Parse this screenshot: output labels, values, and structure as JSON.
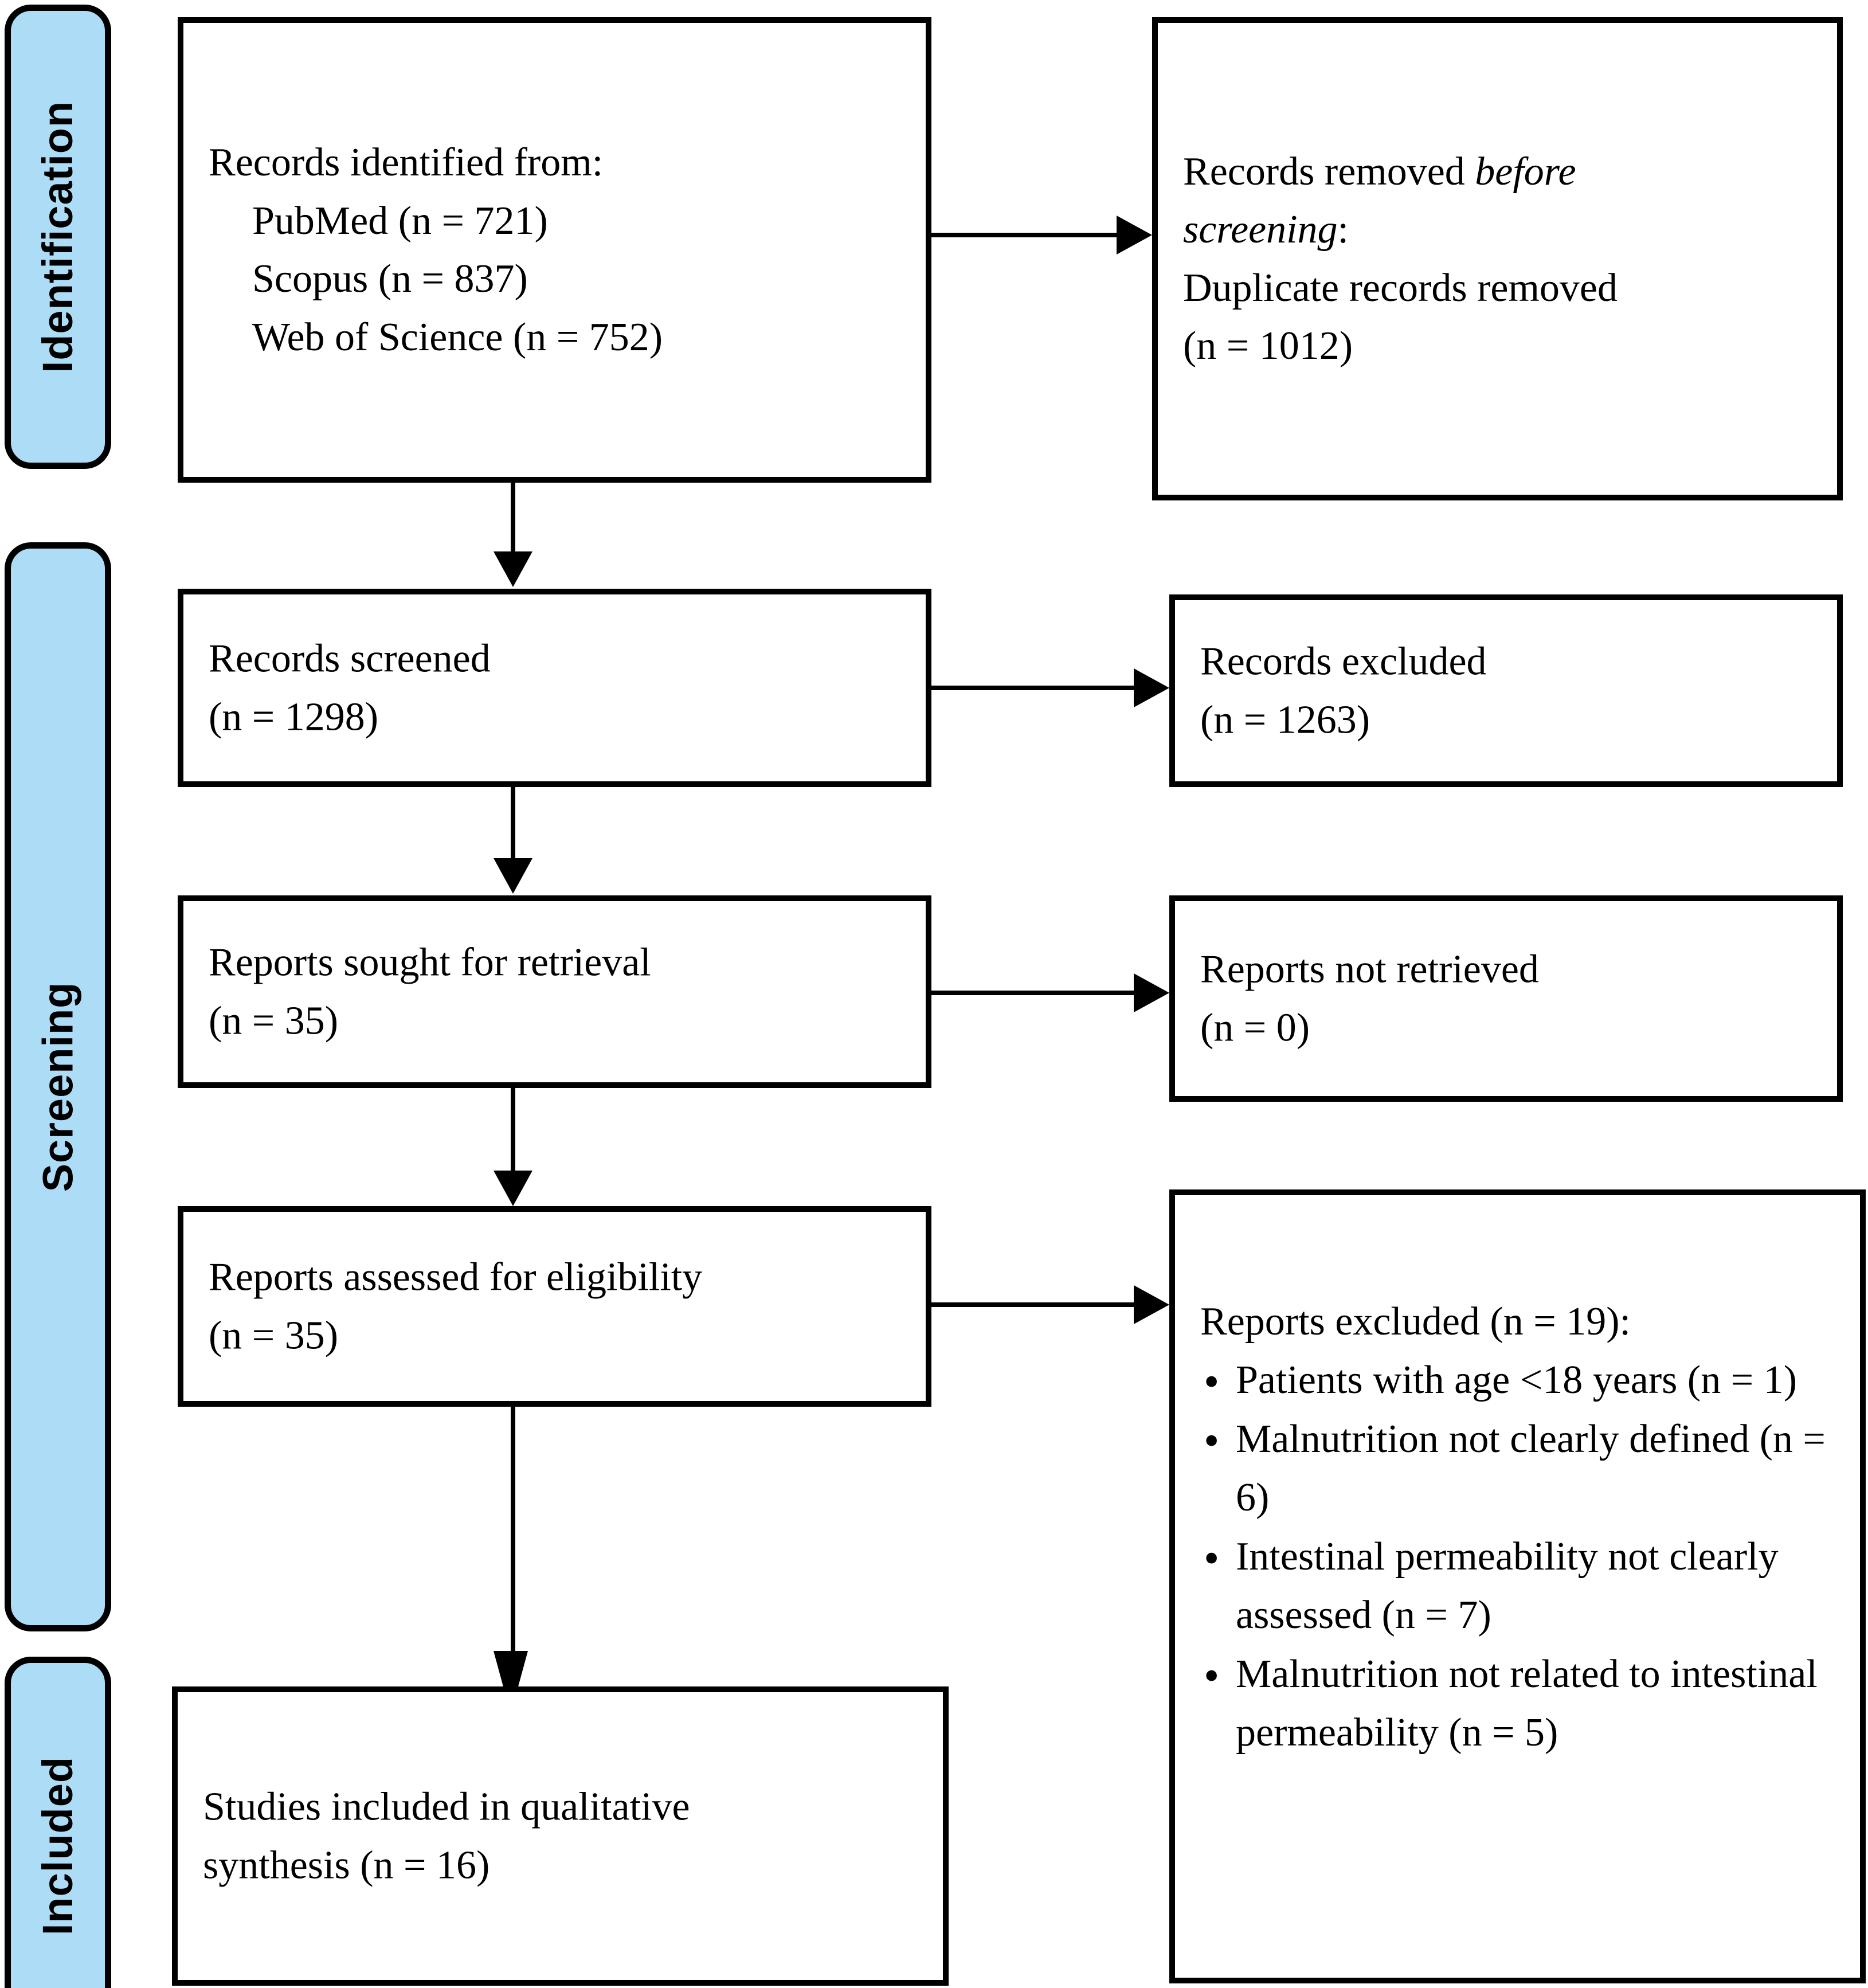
{
  "diagram": {
    "type": "prisma-flow-diagram",
    "accent_color": "#ADDCF7",
    "line_color": "#000000",
    "background_color": "#FFFFFF"
  },
  "stages": [
    {
      "label": "Identification"
    },
    {
      "label": "Screening"
    },
    {
      "label": "Included"
    }
  ],
  "boxes": {
    "identified": {
      "title": "Records identified from:",
      "sources": [
        "PubMed (n = 721)",
        "Scopus (n = 837)",
        "Web of Science (n = 752)"
      ]
    },
    "removed_before_screening": {
      "line1_pre": "Records removed ",
      "line1_italic": "before",
      "line2_italic": "screening",
      "line2_post": ":",
      "line3": "Duplicate records removed",
      "line4": "(n = 1012)"
    },
    "records_screened": {
      "line1": "Records screened",
      "line2": "(n = 1298)"
    },
    "records_excluded": {
      "line1": "Records excluded",
      "line2": "(n = 1263)"
    },
    "reports_sought": {
      "line1": "Reports sought for retrieval",
      "line2": "(n = 35)"
    },
    "reports_not_retrieved": {
      "line1": "Reports not retrieved",
      "line2": "(n = 0)"
    },
    "reports_assessed": {
      "line1": "Reports assessed for eligibility",
      "line2": "(n = 35)"
    },
    "reports_excluded": {
      "heading": "Reports excluded (n = 19):",
      "reasons": [
        "Patients with age <18 years (n = 1)",
        "Malnutrition not clearly defined (n = 6)",
        "Intestinal permeability not clearly assessed (n = 7)",
        "Malnutrition not related to intestinal permeability (n = 5)"
      ]
    },
    "studies_included": {
      "line1": "Studies included in qualitative",
      "line2": "synthesis (n = 16)"
    }
  },
  "chart_data": {
    "type": "table",
    "title": "PRISMA 2020 flow diagram",
    "records_identified_pubmed": 721,
    "records_identified_scopus": 837,
    "records_identified_web_of_science": 752,
    "duplicate_records_removed": 1012,
    "records_screened": 1298,
    "records_excluded": 1263,
    "reports_sought_for_retrieval": 35,
    "reports_not_retrieved": 0,
    "reports_assessed_for_eligibility": 35,
    "reports_excluded_total": 19,
    "reports_excluded_age_under_18": 1,
    "reports_excluded_malnutrition_not_defined": 6,
    "reports_excluded_permeability_not_assessed": 7,
    "reports_excluded_malnutrition_unrelated": 5,
    "studies_included_qualitative_synthesis": 16
  }
}
